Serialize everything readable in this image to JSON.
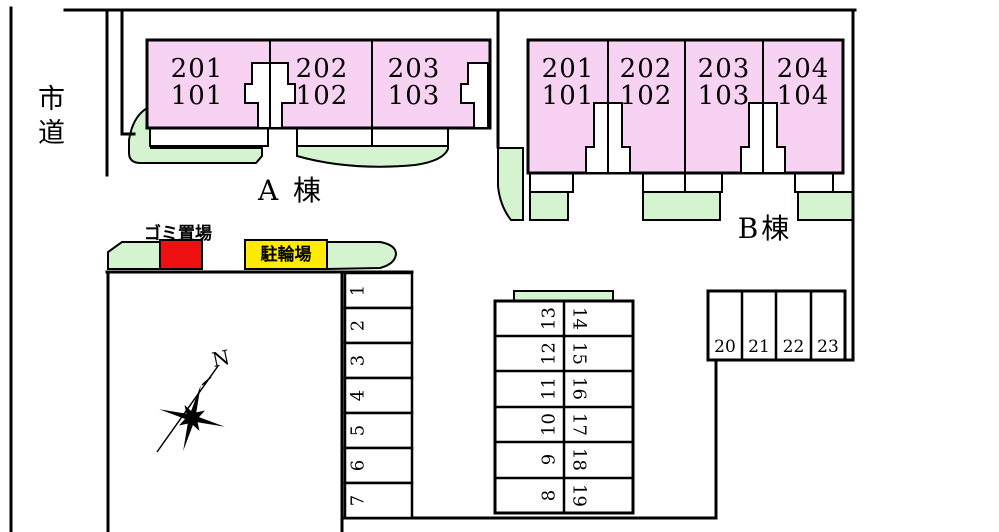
{
  "title": "site-plan",
  "road": {
    "label": "市道"
  },
  "buildings": {
    "a": {
      "label": "A 棟",
      "units": [
        {
          "upper": "201",
          "lower": "101"
        },
        {
          "upper": "202",
          "lower": "102"
        },
        {
          "upper": "203",
          "lower": "103"
        }
      ]
    },
    "b": {
      "label": "B棟",
      "units": [
        {
          "upper": "201",
          "lower": "101"
        },
        {
          "upper": "202",
          "lower": "102"
        },
        {
          "upper": "203",
          "lower": "103"
        },
        {
          "upper": "204",
          "lower": "104"
        }
      ]
    }
  },
  "facilities": {
    "garbage_label": "ゴミ置場",
    "bicycle_label": "駐輪場"
  },
  "compass": {
    "label": "N"
  },
  "parking": {
    "west_column": [
      "1",
      "2",
      "3",
      "4",
      "5",
      "6",
      "7"
    ],
    "center_west": [
      "13",
      "12",
      "11",
      "10",
      "9",
      "8"
    ],
    "center_east": [
      "14",
      "15",
      "16",
      "17",
      "18",
      "19"
    ],
    "east_row": [
      "20",
      "21",
      "22",
      "23"
    ]
  },
  "colors": {
    "building": "#f8d2f2",
    "landscape": "#d4f4d0",
    "garbage": "#ee1010",
    "bicycle": "#ffeb00",
    "line": "#000000",
    "background": "#ffffff"
  }
}
